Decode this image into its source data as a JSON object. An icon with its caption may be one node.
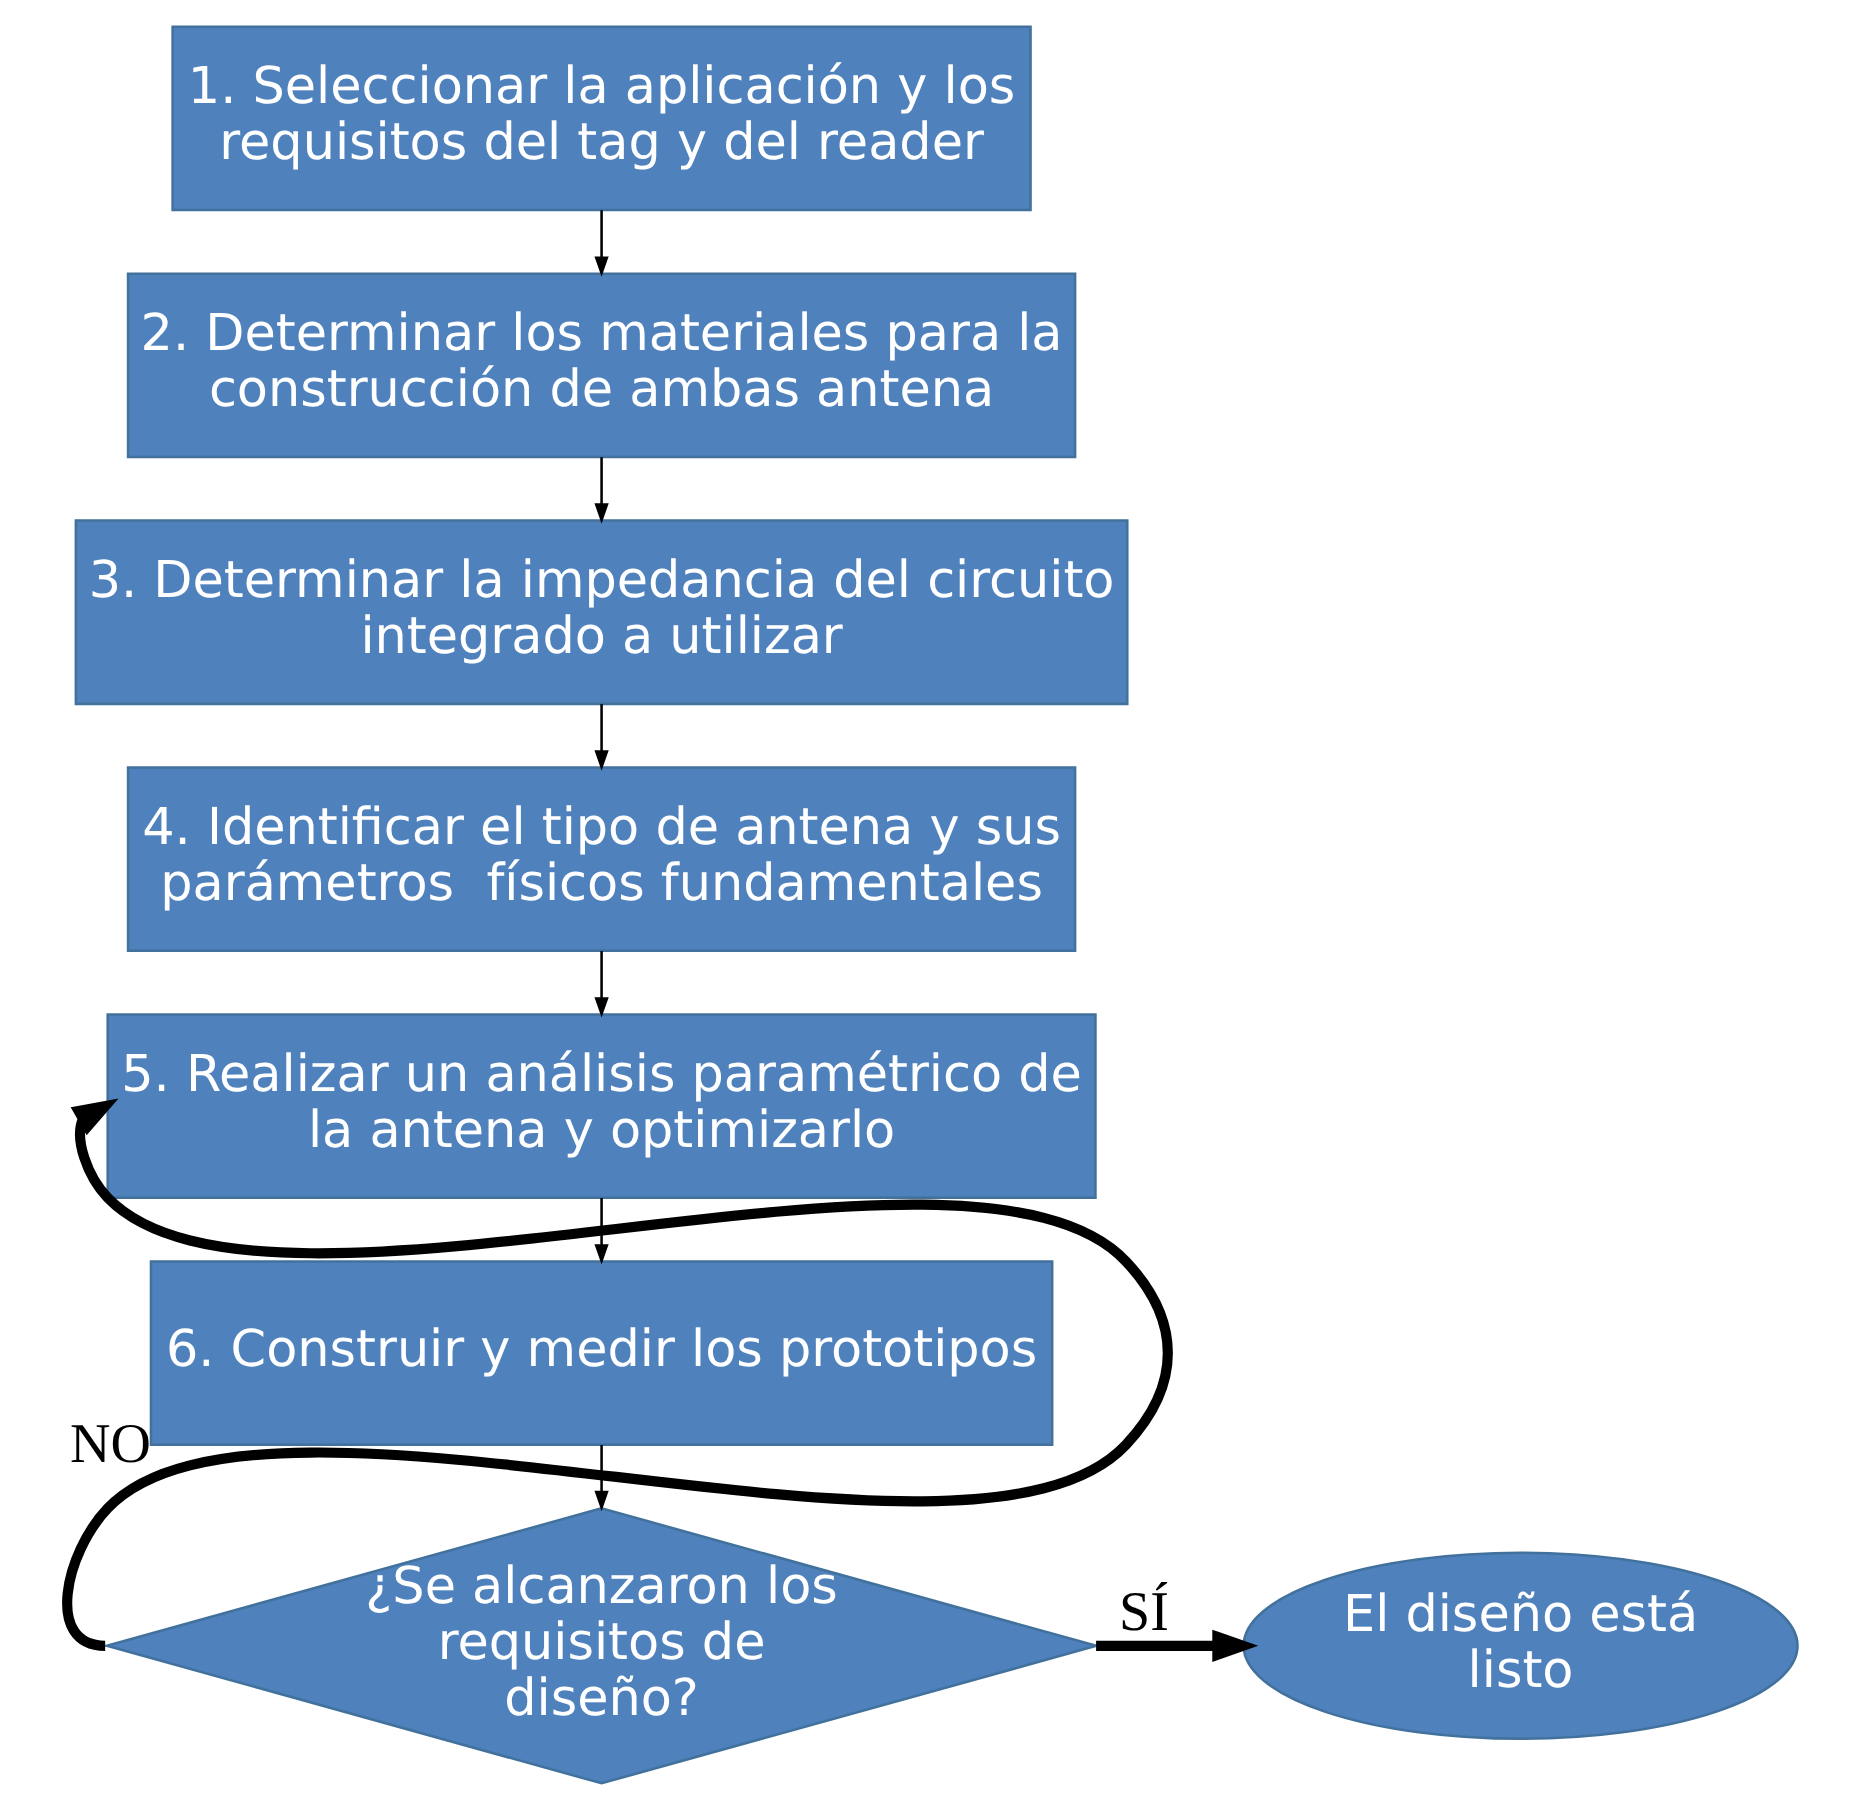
{
  "diagram": {
    "nodes": [
      {
        "text": [
          "1. Seleccionar la aplicación y los requisitos del tag y del reader"
        ]
      },
      {
        "text": [
          "2. Determinar los materiales para la construcción de ambas antena"
        ]
      },
      {
        "text": [
          "3. Determinar la impedancia del circuito integrado a utilizar"
        ]
      },
      {
        "text": [
          "4. Identificar el tipo de antena y sus parámetros  físicos fundamentales"
        ]
      },
      {
        "text": [
          "5. Realizar un análisis paramétrico de la antena y optimizarlo"
        ]
      },
      {
        "text": [
          "6. Construir y medir los prototipos"
        ]
      },
      {
        "text": [
          "¿Se alcanzaron los requisitos de diseño?"
        ]
      },
      {
        "text": [
          "El diseño está listo"
        ]
      }
    ],
    "edges": [
      {
        "from": 0,
        "to": 1,
        "arrow": "to"
      },
      {
        "from": 1,
        "to": 2,
        "arrow": "to"
      },
      {
        "from": 2,
        "to": 3,
        "arrow": "to"
      },
      {
        "from": 3,
        "to": 4,
        "arrow": "to"
      },
      {
        "from": 4,
        "to": 5,
        "arrow": "to"
      },
      {
        "from": 5,
        "to": 6,
        "arrow": "to"
      },
      {
        "from": 6,
        "to": 4,
        "arrow": "to",
        "label": "NO",
        "style": "thick"
      },
      {
        "from": 6,
        "to": 7,
        "arrow": "to",
        "label": "SÍ",
        "style": "thick"
      }
    ]
  }
}
